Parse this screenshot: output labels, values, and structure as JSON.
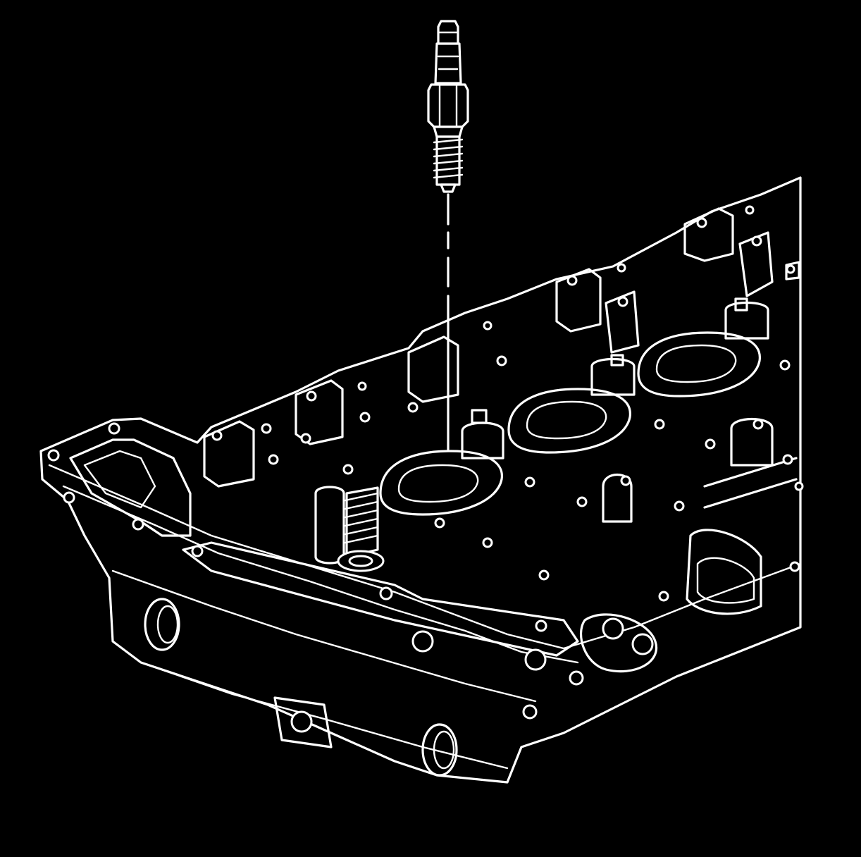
{
  "diagram": {
    "background_color": "#000000",
    "line_color": "#ffffff",
    "parts": [
      {
        "id": "spark-plug",
        "label": ""
      },
      {
        "id": "installation-axis",
        "label": ""
      },
      {
        "id": "cylinder-head",
        "label": ""
      }
    ]
  }
}
